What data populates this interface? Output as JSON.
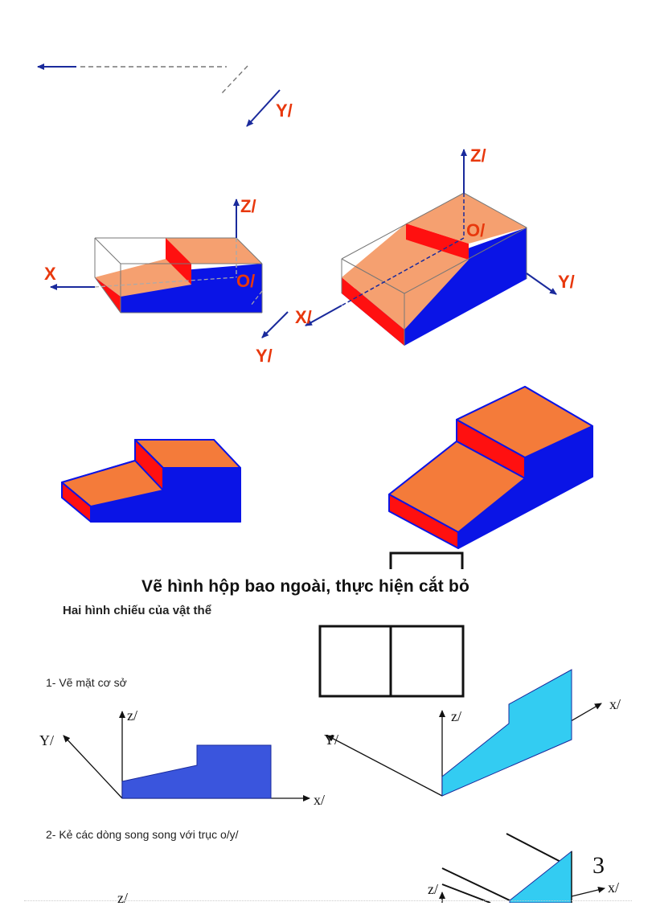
{
  "labels": {
    "y_prime_top": "Y/",
    "z_prime_left": "Z/",
    "x_left": "X",
    "o_prime_left": "O/",
    "y_prime_left": "Y/",
    "z_prime_right": "Z/",
    "o_prime_right": "O/",
    "y_prime_right": "Y/",
    "x_prime_right": "X/"
  },
  "heading": "Vẽ hình hộp bao ngoài, thực hiện cắt bỏ",
  "subheading": "Hai hình chiếu của vật thể",
  "steps": [
    "1- Vẽ mặt cơ sở",
    "2- Kẻ các dòng    song song với trục o/y/"
  ],
  "axis_labels": {
    "z1": "z/",
    "y1": "Y/",
    "x1": "x/",
    "z2": "z/",
    "y2": "Y/",
    "x2": "x/",
    "z3": "z/",
    "x3": "x/",
    "z4": "z/"
  },
  "page_number": "3",
  "colors": {
    "orange": "#f7894a",
    "light_orange": "#f5a070",
    "blue": "#0a14e6",
    "red": "#ff1010",
    "cyan": "#33ccf2",
    "axis": "#1a2a9c",
    "label": "#e8380d"
  }
}
